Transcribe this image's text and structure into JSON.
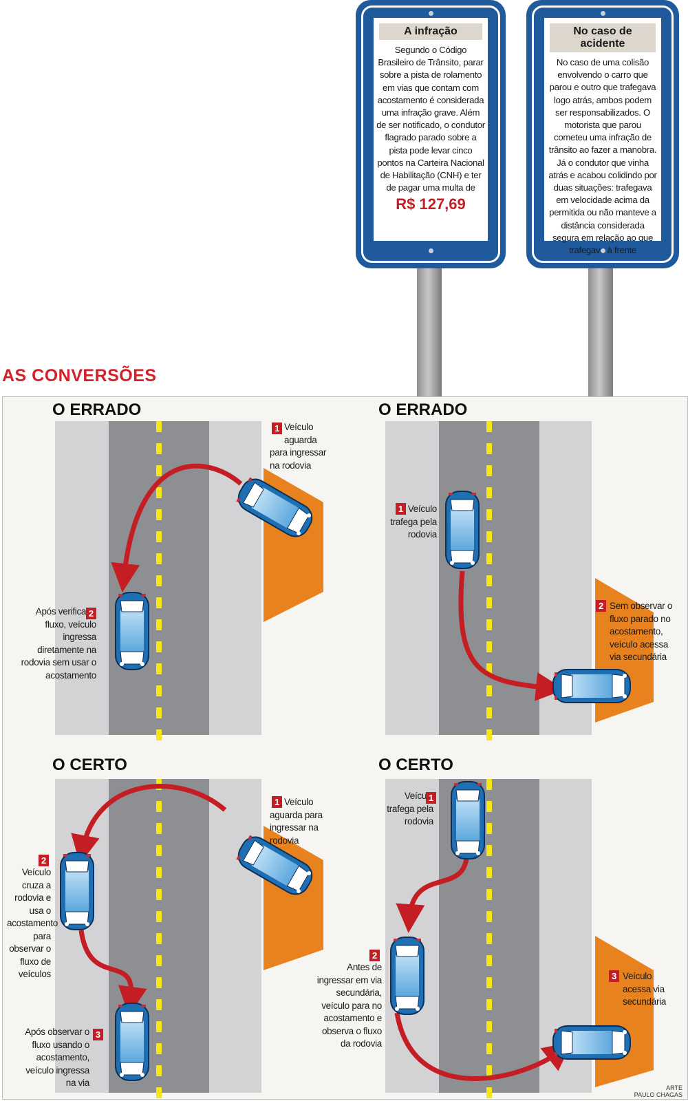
{
  "signs": [
    {
      "title": "A infração",
      "text": "Segundo o Código Brasileiro de Trânsito, parar sobre a pista de rolamento em vias que contam com acostamento é considerada uma infração grave. Além de ser notificado, o condutor flagrado parado sobre a pista pode levar cinco pontos na Carteira Nacional de Habilitação (CNH) e ter de pagar uma multa de",
      "fine": "R$ 127,69"
    },
    {
      "title": "No caso de acidente",
      "text": "No caso de uma colisão envolvendo o carro que parou e outro que trafegava logo atrás, ambos podem ser responsabilizados. O motorista que parou cometeu uma infração de trânsito ao fazer a manobra. Já o condutor que vinha atrás e acabou colidindo por duas situações: trafegava em velocidade acima da permitida ou não manteve a distância considerada segura em relação ao que trafegava à frente"
    }
  ],
  "main_title": "AS CONVERSÕES",
  "panels": [
    {
      "heading": "O ERRADO",
      "steps": [
        {
          "num": "1",
          "text": "Veículo aguarda para ingressar na rodovia"
        },
        {
          "num": "2",
          "text": "Após verificar o fluxo, veículo ingressa diretamente na rodovia sem usar o acostamento"
        }
      ]
    },
    {
      "heading": "O ERRADO",
      "steps": [
        {
          "num": "1",
          "text": "Veículo trafega pela rodovia"
        },
        {
          "num": "2",
          "text": "Sem observar o fluxo parado no acostamento, veículo acessa via secundária"
        }
      ]
    },
    {
      "heading": "O CERTO",
      "steps": [
        {
          "num": "1",
          "text": "Veículo aguarda para ingressar na rodovia"
        },
        {
          "num": "2",
          "text": "Veículo cruza a rodovia e usa o acostamento para observar o fluxo de veículos"
        },
        {
          "num": "3",
          "text": "Após observar o fluxo usando o acostamento, veículo ingressa na via"
        }
      ]
    },
    {
      "heading": "O CERTO",
      "steps": [
        {
          "num": "1",
          "text": "Veículo trafega pela rodovia"
        },
        {
          "num": "2",
          "text": "Antes de ingressar em via secundária, veículo para no acostamento e observa o fluxo da rodovia"
        },
        {
          "num": "3",
          "text": "Veículo acessa via secundária"
        }
      ]
    }
  ],
  "credit": {
    "line1": "ARTE",
    "line2": "PAULO CHAGAS"
  },
  "colors": {
    "sign_blue": "#1e5a9c",
    "accent_red": "#c41e24",
    "shoulder_orange": "#e8821e",
    "road_dark": "#8e8f93",
    "shoulder_light": "#d3d3d5",
    "lane_yellow": "#f4e61a",
    "car_blue": "#2f86c8"
  }
}
